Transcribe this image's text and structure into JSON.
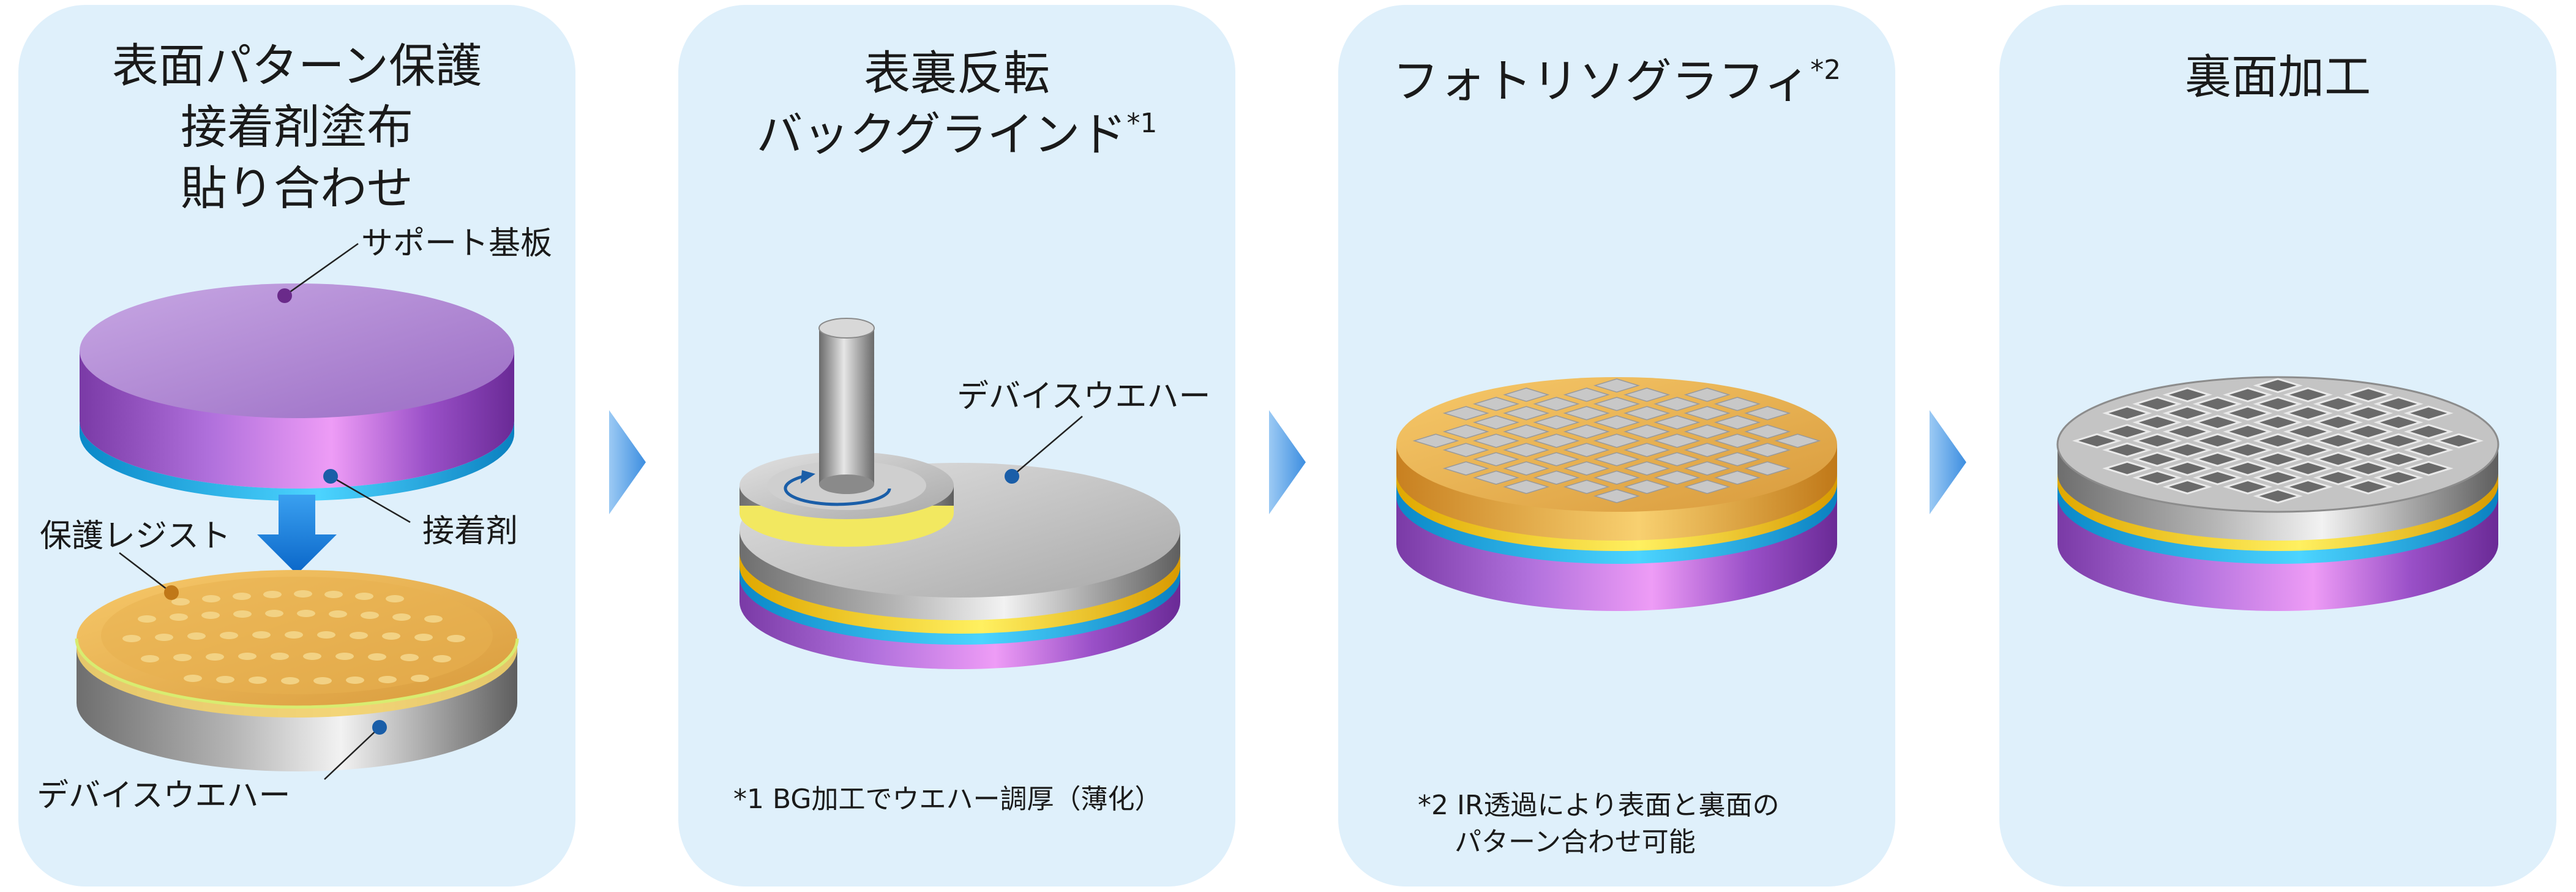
{
  "panels": [
    {
      "title_lines": [
        "表面パターン保護",
        "接着剤塗布",
        "貼り合わせ"
      ],
      "labels": {
        "support": "サポート基板",
        "adhesive": "接着剤",
        "resist": "保護レジスト",
        "wafer": "デバイスウエハー"
      }
    },
    {
      "title_lines": [
        "表裏反転",
        "バックグラインド"
      ],
      "title_sup": "*1",
      "labels": {
        "wafer": "デバイスウエハー"
      },
      "note": "*1 BG加工でウエハー調厚（薄化）"
    },
    {
      "title": "フォトリソグラフィ",
      "title_sup": "*2",
      "note_lines": [
        "*2 IR透過により表面と裏面の",
        "パターン合わせ可能"
      ]
    },
    {
      "title": "裏面加工"
    }
  ],
  "colors": {
    "panel_bg": "#dff0fb",
    "support_purple": "#a070c8",
    "adhesive_cyan": "#18b4f0",
    "resist_orange": "#f0b040",
    "wafer_gray": "#a8a8a8",
    "yellow_layer": "#f5d020",
    "arrow_blue": "#5aa8ec",
    "leader_dot_purple": "#6a2a8a",
    "leader_dot_blue": "#1a5ea8"
  },
  "icons": [
    "down-arrow-icon",
    "rotation-arrow-icon",
    "chevron-right-icon"
  ]
}
